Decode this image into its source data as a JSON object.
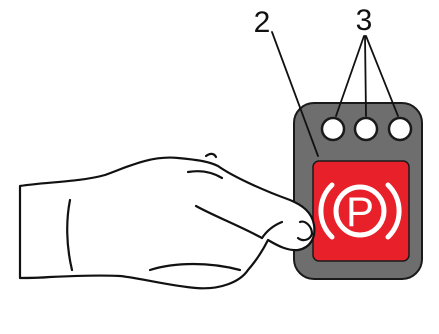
{
  "callouts": {
    "panel_number": "2",
    "lamps_number": "3"
  },
  "parking_brake_switch": {
    "symbol_letter": "P",
    "button_color": "#e8202a",
    "symbol_color": "#ffffff"
  },
  "panel": {
    "color": "#6e6e6e",
    "lamp_count": 3,
    "lamp_color": "#ffffff"
  },
  "icons": [
    "hand-pressing",
    "parking-brake-icon",
    "indicator-lamp"
  ]
}
